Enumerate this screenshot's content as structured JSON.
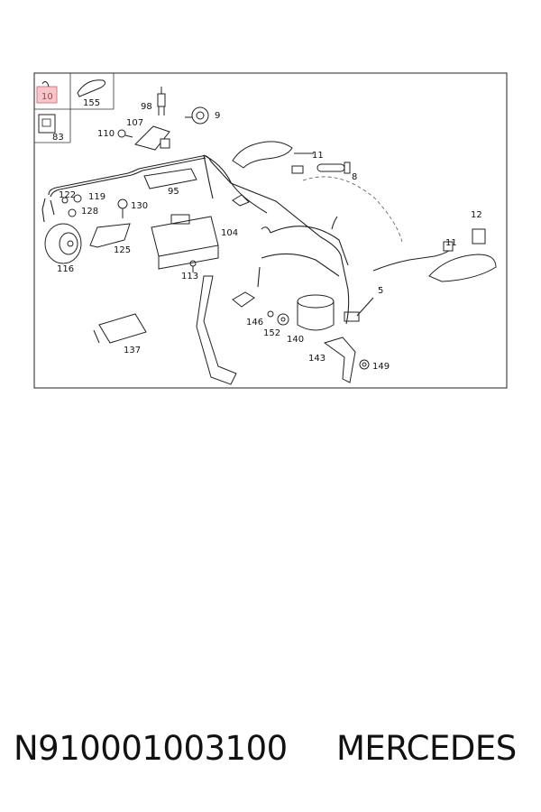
{
  "callouts": {
    "c10": "10",
    "c155": "155",
    "c83": "83",
    "c98": "98",
    "c107": "107",
    "c9": "9",
    "c110": "110",
    "c95": "95",
    "c11a": "11",
    "c8": "8",
    "c122": "122",
    "c119": "119",
    "c128": "128",
    "c130": "130",
    "c116": "116",
    "c125": "125",
    "c104": "104",
    "c113": "113",
    "c12": "12",
    "c11b": "11",
    "c5": "5",
    "c146": "146",
    "c152": "152",
    "c140": "140",
    "c143": "143",
    "c149": "149",
    "c137": "137"
  },
  "highlight_color": "#f7c6cc",
  "footer": {
    "part_number": "N910001003100",
    "brand": "MERCEDES"
  }
}
